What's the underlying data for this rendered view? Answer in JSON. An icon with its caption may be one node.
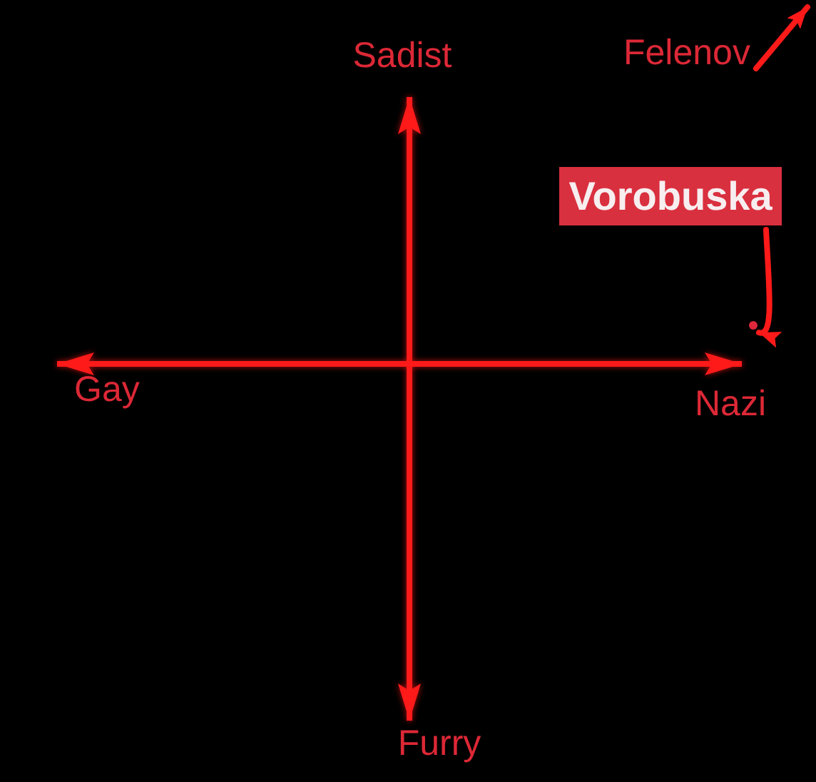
{
  "diagram": {
    "nodes": [
      {
        "text": [
          "Felenov"
        ]
      },
      {
        "text": [
          "Vorobuska"
        ]
      },
      {
        "text": [],
        "shape": "circle"
      }
    ],
    "edges": [
      {
        "from": 0,
        "to": null,
        "arrow": "to"
      },
      {
        "from": 1,
        "to": 2,
        "arrow": "to"
      }
    ],
    "labels": [
      "Sadist",
      "Gay",
      "Nazi",
      "Furry"
    ]
  }
}
